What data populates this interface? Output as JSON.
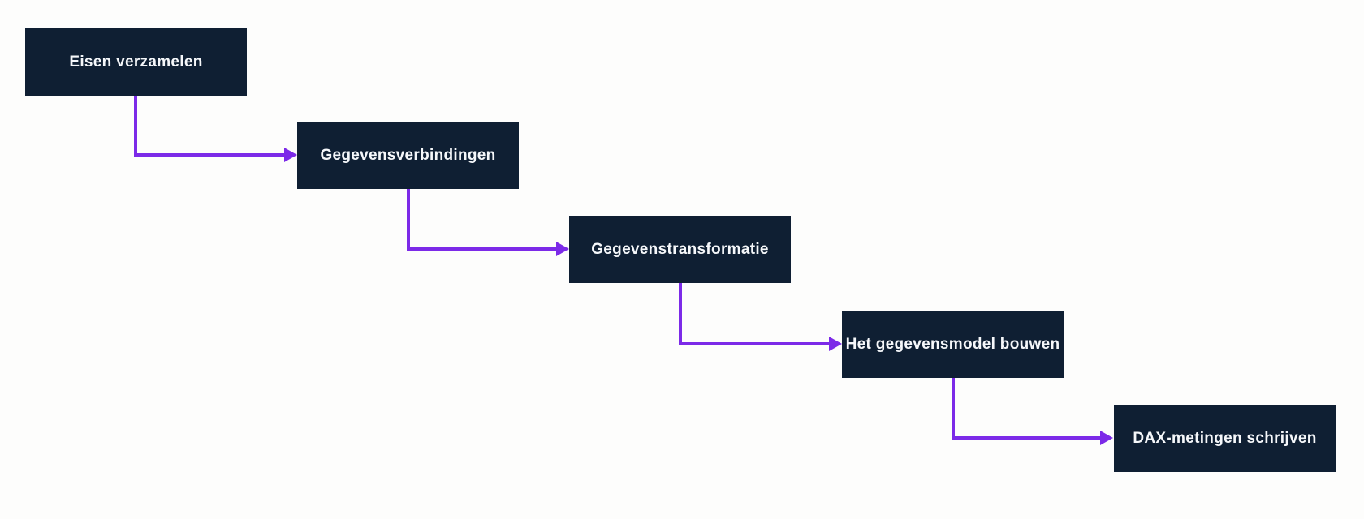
{
  "diagram": {
    "type": "flowchart",
    "layout": "staircase-top-left-to-bottom-right",
    "steps": [
      {
        "order": 1,
        "label": "Eisen verzamelen"
      },
      {
        "order": 2,
        "label": "Gegevensverbindingen"
      },
      {
        "order": 3,
        "label": "Gegevenstransformatie"
      },
      {
        "order": 4,
        "label": "Het gegevensmodel bouwen"
      },
      {
        "order": 5,
        "label": "DAX-metingen schrijven"
      }
    ],
    "connections": [
      {
        "from": 1,
        "to": 2
      },
      {
        "from": 2,
        "to": 3
      },
      {
        "from": 3,
        "to": 4
      },
      {
        "from": 4,
        "to": 5
      }
    ],
    "colors": {
      "node_background": "#0f1f33",
      "node_text": "#f5f7fa",
      "connector": "#7c2ae8",
      "canvas_background": "#fdfdfc"
    }
  }
}
